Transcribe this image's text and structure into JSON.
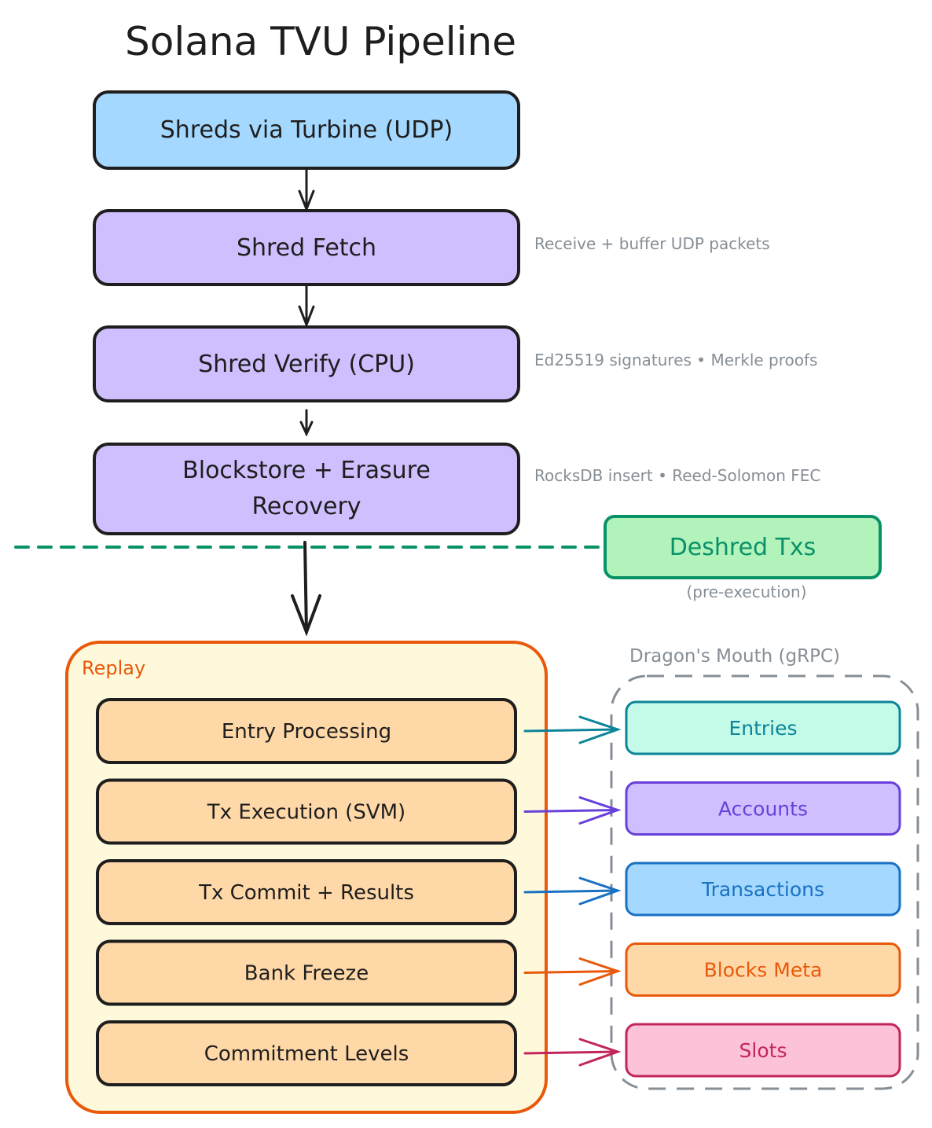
{
  "title": "Solana TVU Pipeline",
  "pipeline": [
    {
      "label": "Shreds via Turbine (UDP)",
      "note": "",
      "fill": "#a5d8ff"
    },
    {
      "label": "Shred Fetch",
      "note": "Receive + buffer UDP packets",
      "fill": "#d0bfff"
    },
    {
      "label": "Shred Verify (CPU)",
      "note": "Ed25519 signatures • Merkle proofs",
      "fill": "#d0bfff"
    },
    {
      "label_line1": "Blockstore + Erasure",
      "label_line2": "Recovery",
      "note": "RocksDB insert • Reed-Solomon FEC",
      "fill": "#d0bfff"
    }
  ],
  "deshred": {
    "label": "Deshred Txs",
    "sublabel": "(pre-execution)",
    "stroke": "#099268",
    "fill": "#b2f2bb"
  },
  "replay": {
    "label": "Replay",
    "stroke": "#e8590c",
    "fill": "#fff9db",
    "stages": [
      {
        "label": "Entry Processing"
      },
      {
        "label": "Tx Execution (SVM)"
      },
      {
        "label": "Tx Commit + Results"
      },
      {
        "label": "Bank Freeze"
      },
      {
        "label": "Commitment Levels"
      }
    ],
    "stage_fill": "#ffd8a8"
  },
  "dragons_mouth": {
    "label": "Dragon's Mouth (gRPC)",
    "streams": [
      {
        "label": "Entries",
        "stroke": "#0c8599",
        "fill": "#c3fae8"
      },
      {
        "label": "Accounts",
        "stroke": "#6741d9",
        "fill": "#d0bfff"
      },
      {
        "label": "Transactions",
        "stroke": "#1971c2",
        "fill": "#a5d8ff"
      },
      {
        "label": "Blocks Meta",
        "stroke": "#e8590c",
        "fill": "#ffd8a8"
      },
      {
        "label": "Slots",
        "stroke": "#c2255c",
        "fill": "#fcc2d7"
      }
    ]
  }
}
